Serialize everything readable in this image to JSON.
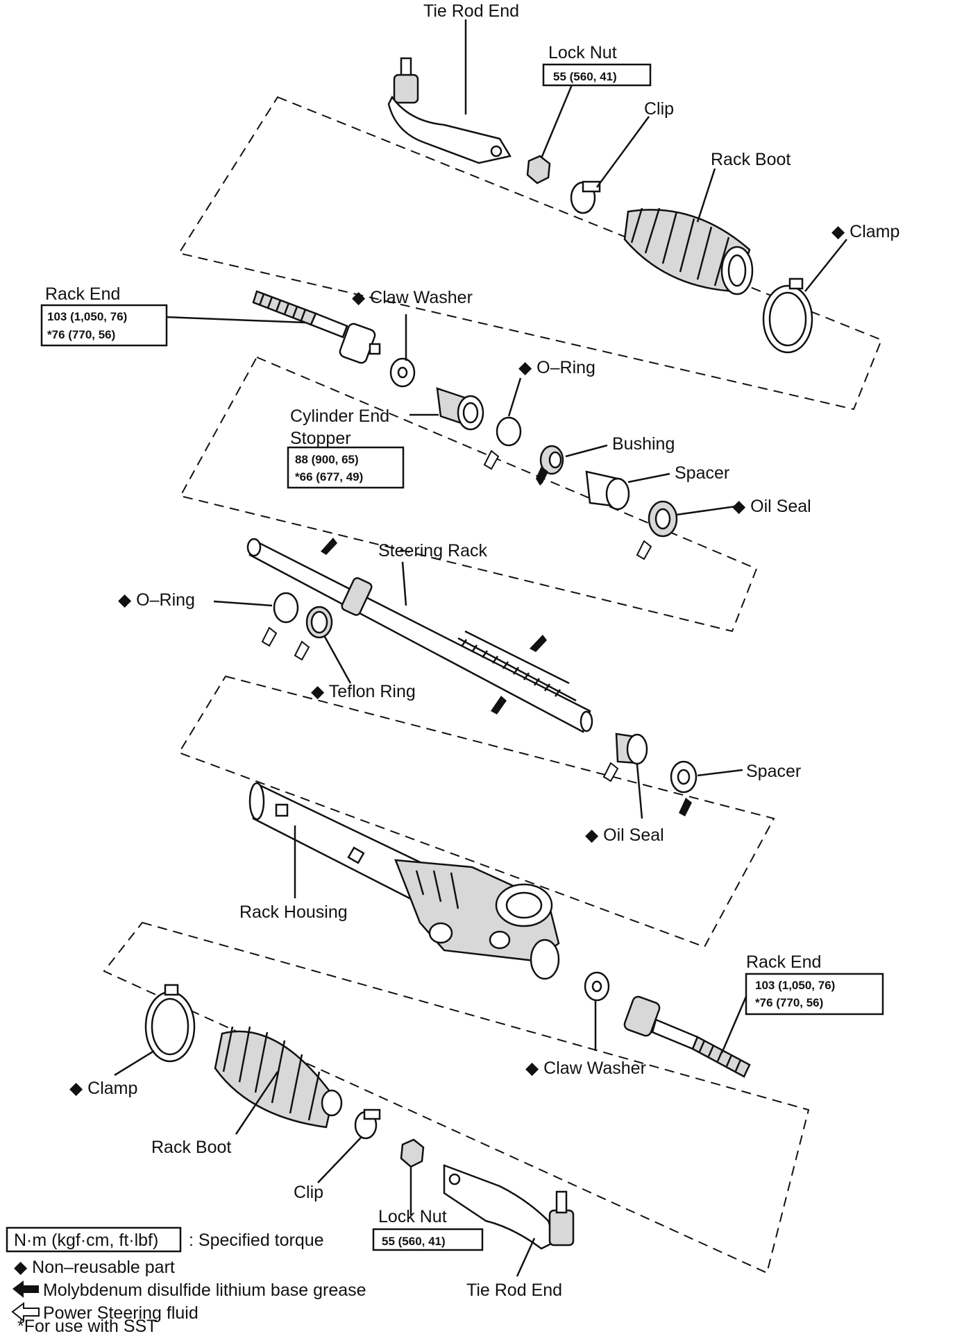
{
  "labels": {
    "tie_rod_end_top": "Tie Rod End",
    "lock_nut_top": "Lock Nut",
    "lock_nut_top_torque": "55 (560, 41)",
    "clip_top": "Clip",
    "rack_boot_top": "Rack Boot",
    "clamp_top": "◆ Clamp",
    "rack_end_left": "Rack End",
    "rack_end_left_torque_1": "103 (1,050, 76)",
    "rack_end_left_torque_2": "*76 (770, 56)",
    "claw_washer_top": "◆ Claw Washer",
    "o_ring_top": "◆ O–Ring",
    "cylinder_end_stopper_1": "Cylinder End",
    "cylinder_end_stopper_2": "Stopper",
    "cylinder_torque_1": "88 (900, 65)",
    "cylinder_torque_2": "*66 (677, 49)",
    "bushing": "Bushing",
    "spacer_top": "Spacer",
    "oil_seal_top": "◆ Oil Seal",
    "steering_rack": "Steering Rack",
    "o_ring_mid": "◆ O–Ring",
    "teflon_ring": "◆ Teflon Ring",
    "spacer_mid": "Spacer",
    "oil_seal_mid": "◆ Oil Seal",
    "rack_housing": "Rack Housing",
    "rack_end_right": "Rack End",
    "rack_end_right_torque_1": "103 (1,050, 76)",
    "rack_end_right_torque_2": "*76 (770, 56)",
    "claw_washer_bottom": "◆ Claw Washer",
    "clamp_bottom": "◆ Clamp",
    "rack_boot_bottom": "Rack Boot",
    "clip_bottom": "Clip",
    "lock_nut_bottom": "Lock Nut",
    "lock_nut_bottom_torque": "55 (560, 41)",
    "tie_rod_end_bottom": "Tie Rod End"
  },
  "legend": {
    "torque_box": "N·m (kgf·cm, ft·lbf)",
    "torque_desc": ": Specified torque",
    "non_reusable": "◆ Non–reusable part",
    "grease": "Molybdenum disulfide lithium base grease",
    "fluid": "Power Steering fluid",
    "sst": "*For use with SST"
  },
  "colors": {
    "ink": "#111111",
    "background": "#ffffff"
  }
}
